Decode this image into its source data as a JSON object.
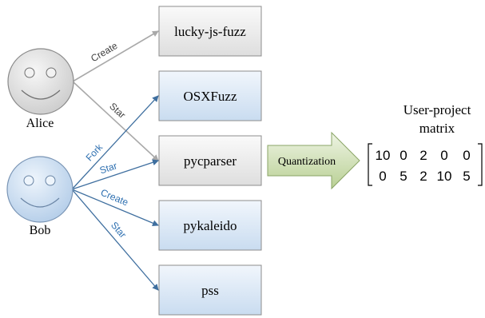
{
  "users": [
    {
      "id": "alice",
      "name": "Alice"
    },
    {
      "id": "bob",
      "name": "Bob"
    }
  ],
  "projects": [
    {
      "id": "lucky",
      "name": "lucky-js-fuzz"
    },
    {
      "id": "osx",
      "name": "OSXFuzz"
    },
    {
      "id": "pyc",
      "name": "pycparser"
    },
    {
      "id": "pyk",
      "name": "pykaleido"
    },
    {
      "id": "pss",
      "name": "pss"
    }
  ],
  "edges": [
    {
      "from": "alice",
      "to": "lucky",
      "label": "Create"
    },
    {
      "from": "alice",
      "to": "pyc",
      "label": "Star"
    },
    {
      "from": "bob",
      "to": "osx",
      "label": "Fork"
    },
    {
      "from": "bob",
      "to": "pyc",
      "label": "Star"
    },
    {
      "from": "bob",
      "to": "pyk",
      "label": "Create"
    },
    {
      "from": "bob",
      "to": "pss",
      "label": "Star"
    }
  ],
  "arrow_label": "Quantization",
  "matrix": {
    "title_line1": "User-project",
    "title_line2": "matrix",
    "rows": [
      [
        "10",
        "0",
        "2",
        "0",
        "0"
      ],
      [
        "0",
        "5",
        "2",
        "10",
        "5"
      ]
    ]
  },
  "colors": {
    "alice_edge": "#a9a9a9",
    "bob_edge": "#3f6f9f",
    "bob_edge_label": "#2d6fb0",
    "alice_edge_label": "#404040",
    "face_alice": "#e4e4e4",
    "face_bob": "#d3e4f5",
    "box_gray": "#ececec",
    "box_blue": "#dbe8f6",
    "arrow_fill": "#cfe0b4",
    "arrow_stroke": "#7f9a5a"
  }
}
